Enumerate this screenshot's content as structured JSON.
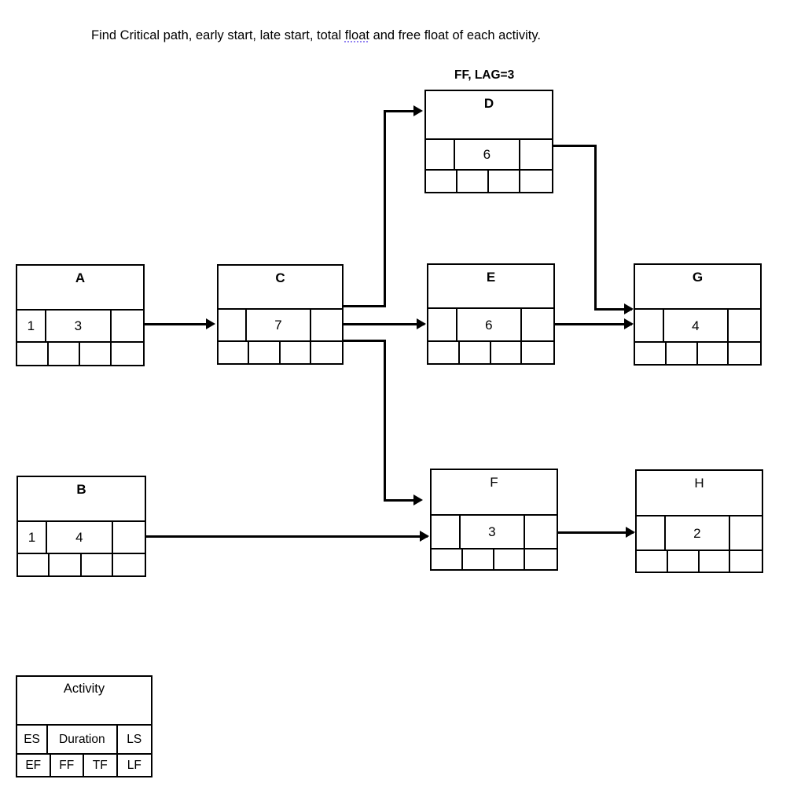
{
  "prompt": {
    "part1": "Find Critical path, early start, late start, total ",
    "misspelled": "float",
    "part2": " and free float of each activity."
  },
  "labels": {
    "lag_note": "FF, LAG=3"
  },
  "legend": {
    "title": "Activity",
    "mid": [
      "ES",
      "Duration",
      "LS"
    ],
    "bot": [
      "EF",
      "FF",
      "TF",
      "LF"
    ]
  },
  "nodes": [
    {
      "id": "D",
      "name": "D",
      "es": "",
      "duration": "6",
      "ls": "",
      "ef": "",
      "ff": "",
      "tf": "",
      "lf": ""
    },
    {
      "id": "A",
      "name": "A",
      "es": "1",
      "duration": "3",
      "ls": "",
      "ef": "",
      "ff": "",
      "tf": "",
      "lf": ""
    },
    {
      "id": "C",
      "name": "C",
      "es": "",
      "duration": "7",
      "ls": "",
      "ef": "",
      "ff": "",
      "tf": "",
      "lf": ""
    },
    {
      "id": "E",
      "name": "E",
      "es": "",
      "duration": "6",
      "ls": "",
      "ef": "",
      "ff": "",
      "tf": "",
      "lf": ""
    },
    {
      "id": "G",
      "name": "G",
      "es": "",
      "duration": "4",
      "ls": "",
      "ef": "",
      "ff": "",
      "tf": "",
      "lf": ""
    },
    {
      "id": "B",
      "name": "B",
      "es": "1",
      "duration": "4",
      "ls": "",
      "ef": "",
      "ff": "",
      "tf": "",
      "lf": ""
    },
    {
      "id": "F",
      "name": "F",
      "es": "",
      "duration": "3",
      "ls": "",
      "ef": "",
      "ff": "",
      "tf": "",
      "lf": ""
    },
    {
      "id": "H",
      "name": "H",
      "es": "",
      "duration": "2",
      "ls": "",
      "ef": "",
      "ff": "",
      "tf": "",
      "lf": ""
    }
  ],
  "edges": [
    {
      "from": "A",
      "to": "C"
    },
    {
      "from": "C",
      "to": "D"
    },
    {
      "from": "C",
      "to": "E"
    },
    {
      "from": "C",
      "to": "F"
    },
    {
      "from": "D",
      "to": "G"
    },
    {
      "from": "E",
      "to": "G"
    },
    {
      "from": "B",
      "to": "F"
    },
    {
      "from": "F",
      "to": "H"
    }
  ],
  "colors": {
    "ink": "#000000",
    "background": "#ffffff",
    "spellcheck_underline": "#7b68ee"
  }
}
